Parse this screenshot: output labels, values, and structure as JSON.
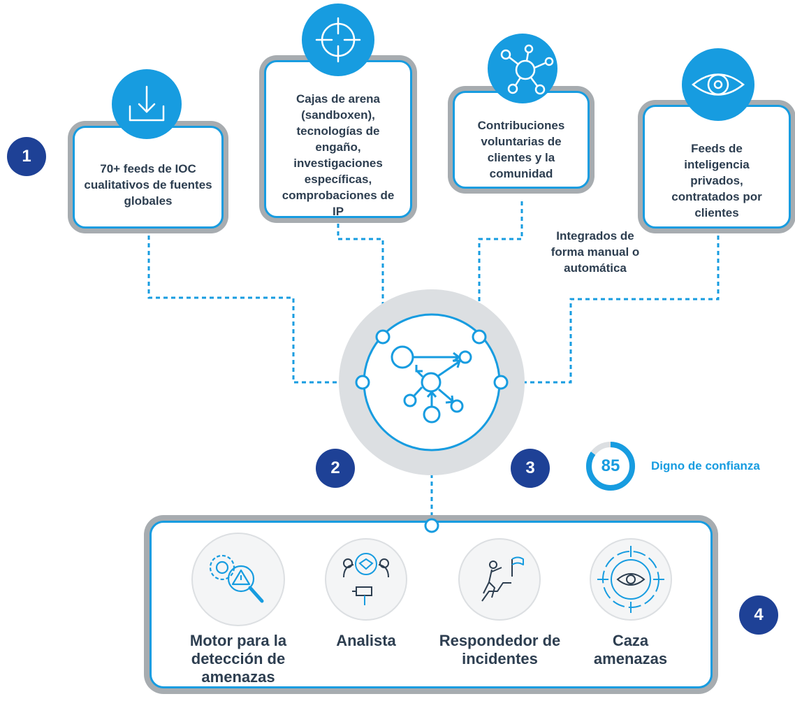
{
  "step_numbers": [
    "1",
    "2",
    "3",
    "4"
  ],
  "sources": [
    {
      "text": "70+ feeds de IOC cualitativos de fuentes globales",
      "icon": "download-icon"
    },
    {
      "text": "Cajas de arena (sandboxen), tecnologías de engaño, investigaciones específicas, comprobaciones de IP",
      "icon": "crosshair-icon"
    },
    {
      "text": "Contribuciones voluntarias de clientes y la comunidad",
      "icon": "network-icon"
    },
    {
      "text": "Feeds de inteligencia privados, contratados por clientes",
      "icon": "eye-icon"
    }
  ],
  "integration_note": "Integrados de forma manual o automática",
  "score": {
    "value": "85",
    "label": "Digno de confianza",
    "fraction": 0.85
  },
  "consumers": [
    {
      "label": "Motor para la detección de amenazas",
      "icon": "gear-warning-magnifier-icon"
    },
    {
      "label": "Analista",
      "icon": "analyst-icon"
    },
    {
      "label": "Respondedor de incidentes",
      "icon": "climber-flag-icon"
    },
    {
      "label": "Caza amenazas",
      "icon": "target-eye-icon"
    }
  ],
  "colors": {
    "blue": "#179ce0",
    "navy": "#1e4196",
    "gray": "#a7acb0",
    "text": "#2d3e50"
  }
}
